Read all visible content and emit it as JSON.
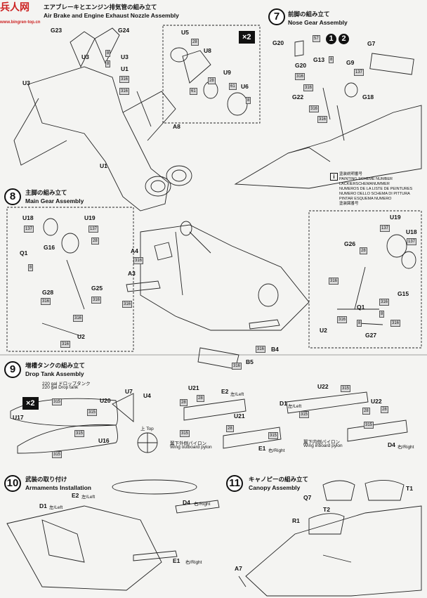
{
  "watermark": {
    "logo": "兵人网",
    "url": "www.bingren-top.cn"
  },
  "step6": {
    "title_jp": "エアブレーキとエンジン排気管の組み立て",
    "title_en": "Air Brake and Engine Exhaust Nozzle Assembly",
    "labels": [
      "G23",
      "G24",
      "U3",
      "U3",
      "U1",
      "A8",
      "U1",
      "U3"
    ],
    "paints": [
      "8",
      "8",
      "316",
      "316"
    ],
    "detail_labels": [
      "U5",
      "U8",
      "U9",
      "U6"
    ],
    "detail_paints": [
      "28",
      "61",
      "28",
      "61",
      "8"
    ],
    "multiplier": "×2"
  },
  "step7": {
    "num": "7",
    "title_jp": "前脚の組み立て",
    "title_en": "Nose Gear Assembly",
    "labels": [
      "G20",
      "G7",
      "G20",
      "G13",
      "G9",
      "G22",
      "G18"
    ],
    "options": [
      "1",
      "2"
    ],
    "paints": [
      "57",
      "316",
      "8",
      "316",
      "137",
      "316",
      "316"
    ],
    "legend_lines": [
      "塗装説明番号",
      "PAINTING SCHEME NUMBER",
      "LACKIERSCHEMANUMMER",
      "NUMEROS DE LA LISTE DE PEINTURES",
      "NUMERO DELLO SCHEMA DI PITTURA",
      "PINTAR ESQUEMA NUMERO",
      "塗装図番号"
    ]
  },
  "step8": {
    "num": "8",
    "title_jp": "主脚の組み立て",
    "title_en": "Main Gear Assembly",
    "left_labels": [
      "U18",
      "U19",
      "G16",
      "Q1",
      "G28",
      "G25",
      "U2"
    ],
    "left_paints": [
      "137",
      "137",
      "28",
      "8",
      "316",
      "316",
      "316",
      "316"
    ],
    "center_labels": [
      "A4",
      "A3",
      "B4",
      "B5"
    ],
    "center_paints": [
      "316",
      "316",
      "316",
      "316"
    ],
    "right_labels": [
      "U19",
      "U18",
      "G26",
      "G15",
      "Q1",
      "U2",
      "G27"
    ],
    "right_paints": [
      "137",
      "137",
      "28",
      "316",
      "316",
      "8",
      "316",
      "8",
      "316"
    ]
  },
  "step9": {
    "num": "9",
    "title_jp": "増槽タンクの組み立て",
    "title_en": "Drop Tank Assembly",
    "sub1": "220 gal ドロップタンク",
    "sub2": "220 gal Drop tank",
    "multiplier": "×2",
    "labels": [
      "U17",
      "U20",
      "U7",
      "U4",
      "U16",
      "U21",
      "E2",
      "U21",
      "E1",
      "D1",
      "U22",
      "U22",
      "D4"
    ],
    "side_marks": [
      "左/Left",
      "右/Right",
      "左/Left",
      "右/Right"
    ],
    "top_label": "上 Top",
    "outboard_jp": "翼下外側パイロン",
    "outboard_en": "Wing outboard pylon",
    "inboard_jp": "翼下内側パイロン",
    "inboard_en": "Wing inboard pylon",
    "paints": [
      "315",
      "315",
      "315",
      "315",
      "28",
      "28",
      "315",
      "28",
      "315",
      "315",
      "315",
      "315",
      "28",
      "28"
    ]
  },
  "step10": {
    "num": "10",
    "title_jp": "武装の取り付け",
    "title_en": "Armaments Installation",
    "labels": [
      "E2",
      "D1",
      "D4",
      "E1"
    ],
    "side_marks": [
      "左/Left",
      "左/Left",
      "右/Right",
      "右/Right"
    ]
  },
  "step11": {
    "num": "11",
    "title_jp": "キャノピーの組み立て",
    "title_en": "Canopy Assembly",
    "labels": [
      "Q7",
      "T1",
      "T2",
      "R1",
      "A7"
    ]
  }
}
